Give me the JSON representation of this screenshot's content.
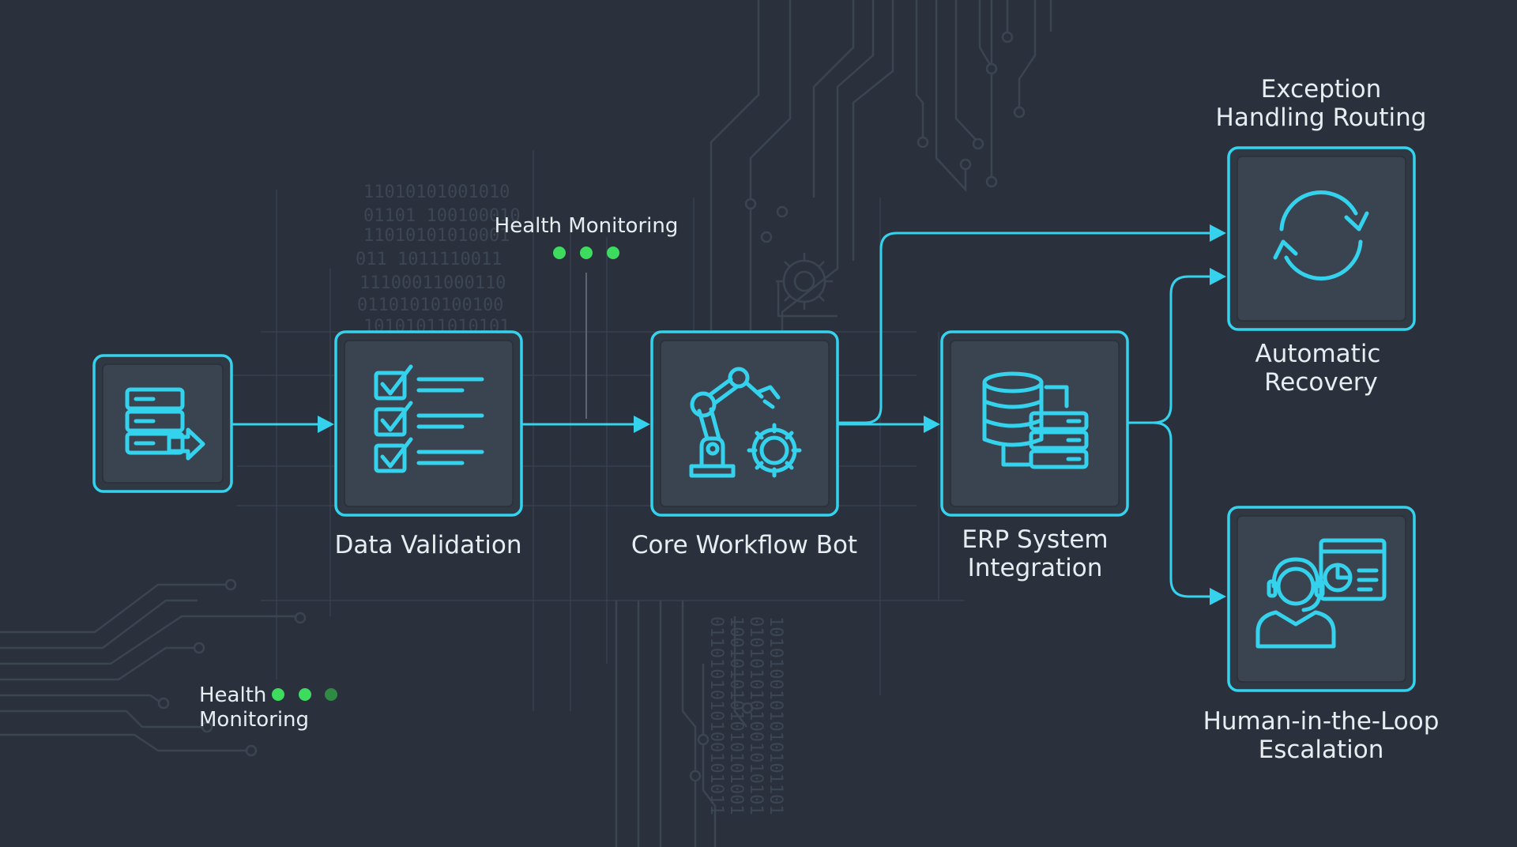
{
  "nodes": {
    "source": {
      "icon": "server-export-icon"
    },
    "validation": {
      "label": "Data Validation",
      "icon": "checklist-icon"
    },
    "core_bot": {
      "label": "Core Workflow Bot",
      "icon": "robot-arm-gear-icon"
    },
    "erp": {
      "label_line1": "ERP System",
      "label_line2": "Integration",
      "icon": "database-server-icon"
    },
    "exception": {
      "label_line1": "Exception",
      "label_line2": "Handling Routing",
      "icon": "refresh-cycle-icon"
    },
    "recovery": {
      "label_line1": "Automatic",
      "label_line2": "Recovery"
    },
    "human": {
      "label_line1": "Human-in-the-Loop",
      "label_line2": "Escalation",
      "icon": "support-agent-dashboard-icon"
    }
  },
  "health_top": {
    "label": "Health Monitoring",
    "dots": [
      "#3ddc5f",
      "#3ddc5f",
      "#3ddc5f"
    ]
  },
  "health_bottom": {
    "label_line1": "Health",
    "label_line2": "Monitoring",
    "dots": [
      "#3ddc5f",
      "#3ddc5f",
      "#2f8a44"
    ]
  },
  "colors": {
    "accent": "#34d2ec",
    "background": "#2a313c",
    "status_ok": "#3ddc5f"
  }
}
